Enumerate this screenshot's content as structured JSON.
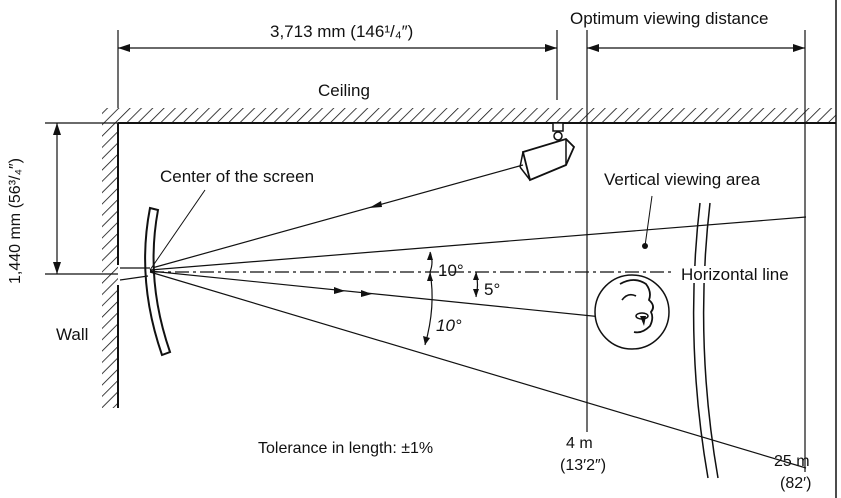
{
  "labels": {
    "top_distance": "3,713 mm (146¹/₄″)",
    "optimum_viewing_distance": "Optimum viewing distance",
    "ceiling": "Ceiling",
    "vertical_height": "1,440 mm (56³/₄″)",
    "center_of_screen": "Center of the screen",
    "vertical_viewing_area": "Vertical viewing area",
    "angle_upper": "10°",
    "angle_5": "5°",
    "angle_lower": "10°",
    "horizontal_line": "Horizontal line",
    "wall": "Wall",
    "tolerance": "Tolerance in length: ±1%",
    "dist_4m": "4 m",
    "dist_4m_ft": "(13′2″)",
    "dist_25m": "25 m",
    "dist_25m_ft": "(82′)"
  }
}
